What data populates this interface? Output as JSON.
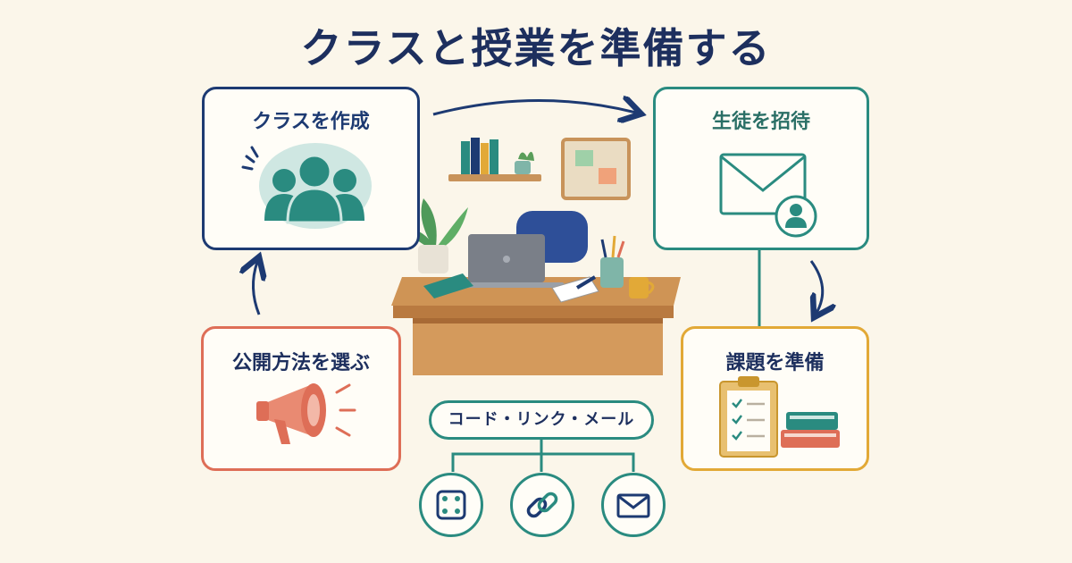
{
  "title": "クラスと授業を準備する",
  "steps": {
    "create_class": "クラスを作成",
    "invite_students": "生徒を招待",
    "choose_publish": "公開方法を選ぶ",
    "prepare_assignment": "課題を準備"
  },
  "methods": {
    "label": "コード・リンク・メール",
    "items": [
      "code-icon",
      "link-icon",
      "mail-icon"
    ]
  },
  "colors": {
    "navy": "#1d3a72",
    "teal": "#2a8b80",
    "coral": "#de6e57",
    "gold": "#e2a937",
    "background": "#fbf6ea"
  }
}
